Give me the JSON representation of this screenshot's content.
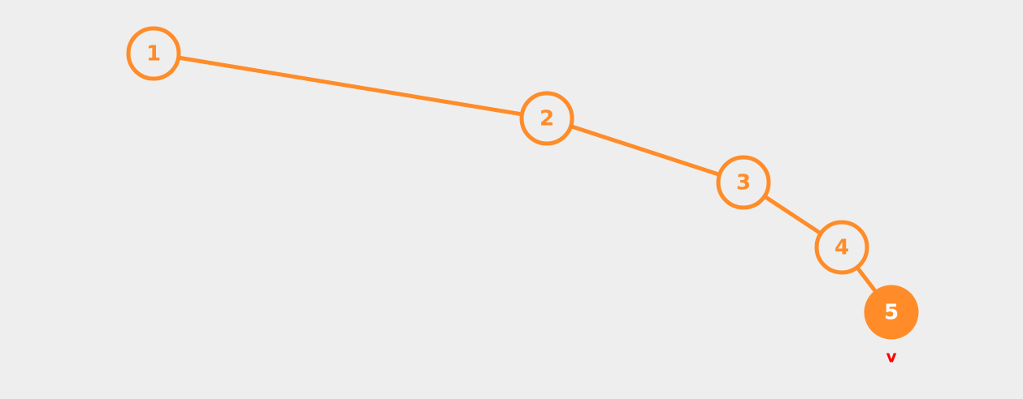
{
  "colors": {
    "background": "#eeeeee",
    "accent": "#ff8c28",
    "hollow_fill": "#eeeeee",
    "filled_text": "#ffffff",
    "pointer": "#ff0000"
  },
  "nodes": [
    {
      "label": "1",
      "filled": false
    },
    {
      "label": "2",
      "filled": false
    },
    {
      "label": "3",
      "filled": false
    },
    {
      "label": "4",
      "filled": false
    },
    {
      "label": "5",
      "filled": true
    }
  ],
  "edges": [
    {
      "from": "1",
      "to": "2"
    },
    {
      "from": "2",
      "to": "3"
    },
    {
      "from": "3",
      "to": "4"
    },
    {
      "from": "4",
      "to": "5"
    }
  ],
  "pointer": {
    "label": "v",
    "target": "5"
  }
}
